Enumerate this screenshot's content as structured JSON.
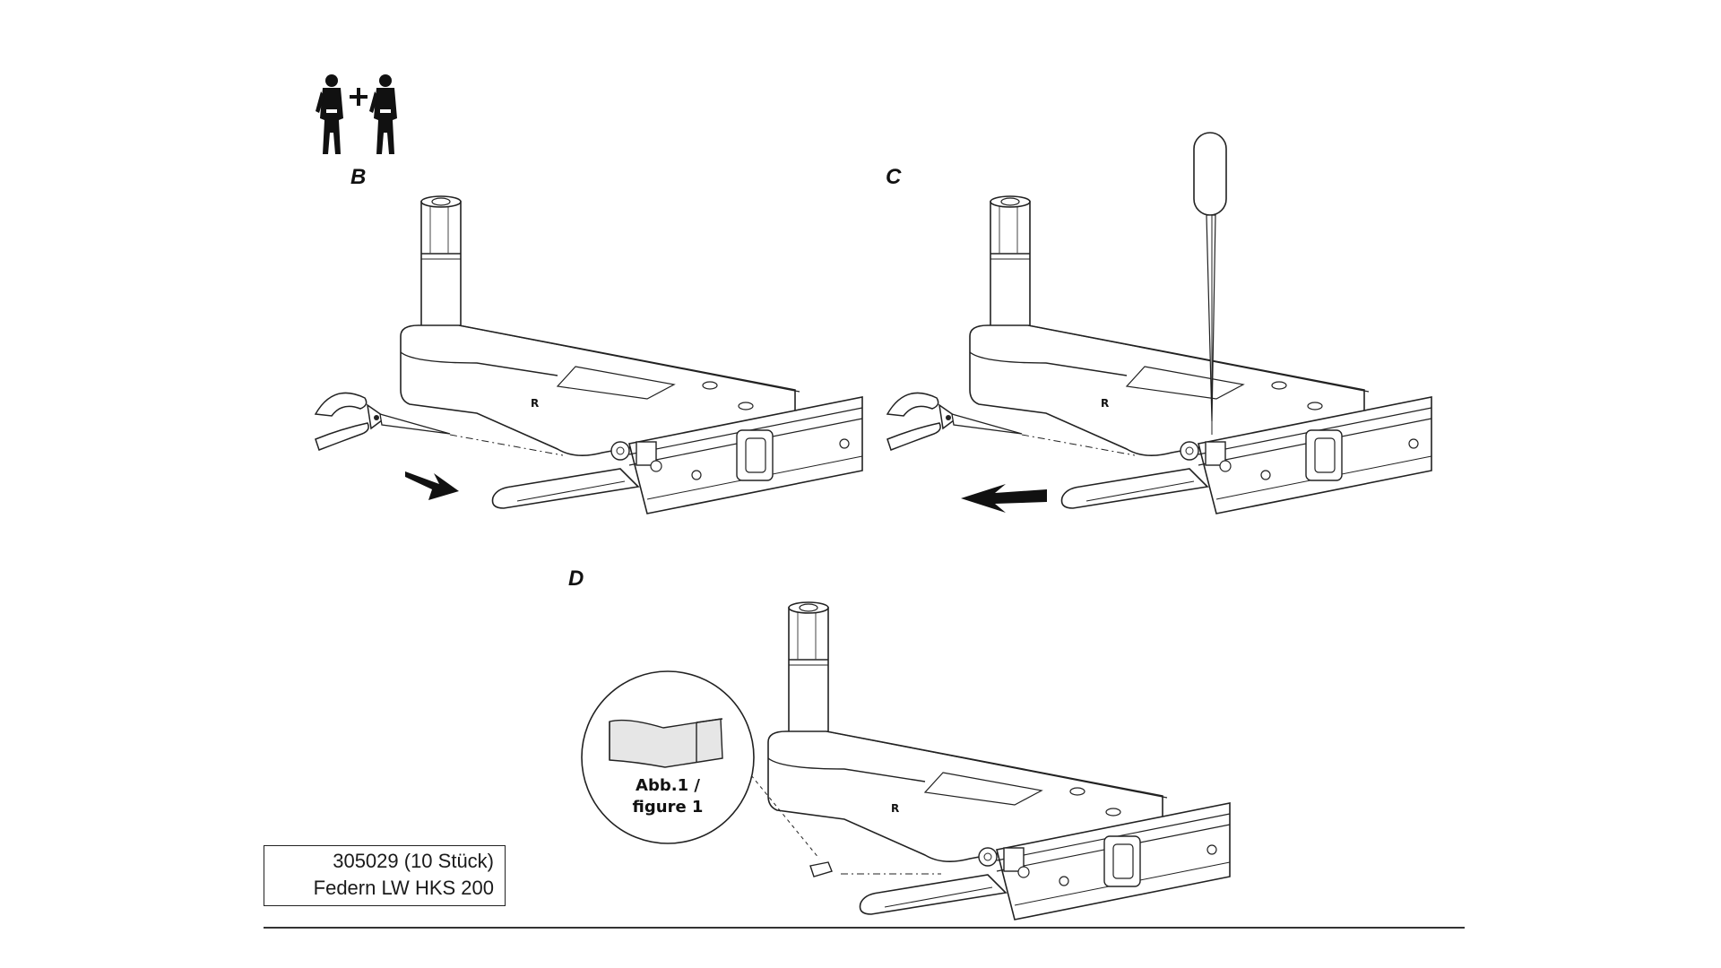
{
  "labels": {
    "b": "B",
    "c": "C",
    "d": "D"
  },
  "detail": {
    "line1": "Abb.1 /",
    "line2": "figure 1"
  },
  "part_marker": "R",
  "caption": {
    "line1": "305029 (10 Stück)",
    "line2": "Federn LW  HKS  200"
  },
  "icons": {
    "workers": "two-workers-icon"
  }
}
